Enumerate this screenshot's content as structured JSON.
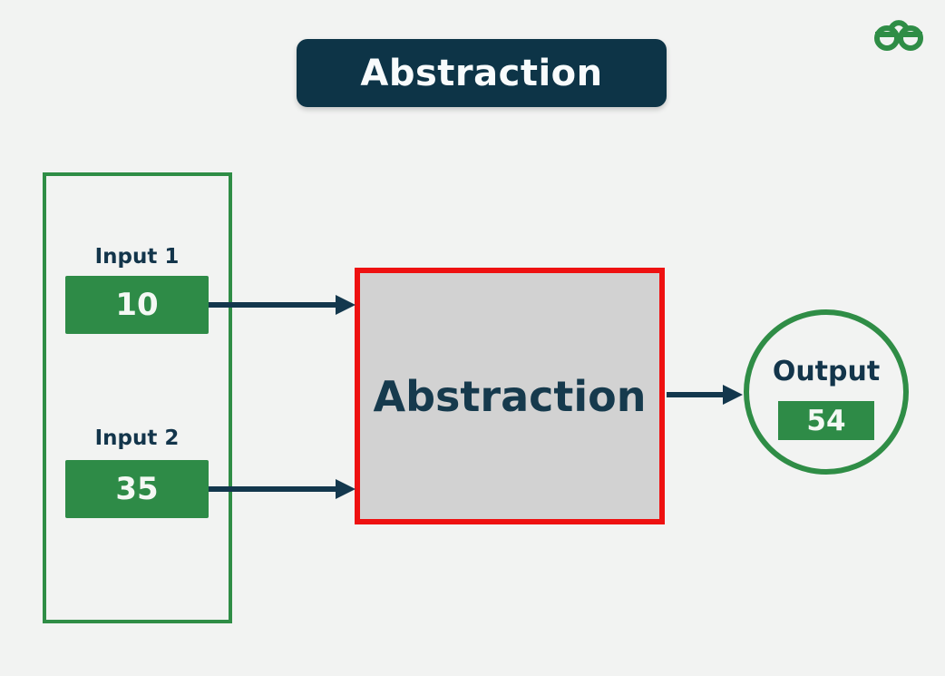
{
  "title": "Abstraction",
  "logo": {
    "name": "geeksforgeeks-logo",
    "color": "#2f8d46"
  },
  "diagram": {
    "inputs": [
      {
        "label": "Input 1",
        "value": "10"
      },
      {
        "label": "Input 2",
        "value": "35"
      }
    ],
    "process": {
      "label": "Abstraction"
    },
    "output": {
      "label": "Output",
      "value": "54"
    },
    "arrows": [
      {
        "from": "input-1",
        "to": "process"
      },
      {
        "from": "input-2",
        "to": "process"
      },
      {
        "from": "process",
        "to": "output"
      }
    ]
  },
  "colors": {
    "background": "#f2f3f2",
    "green_border": "#2f8d46",
    "green_fill": "#2e8b47",
    "banner_navy": "#0d3447",
    "text_navy": "#13354b",
    "arrow_navy": "#13374d",
    "red_border": "#ee1111",
    "process_fill": "#d2d2d2",
    "value_text": "#f4f8f4"
  }
}
